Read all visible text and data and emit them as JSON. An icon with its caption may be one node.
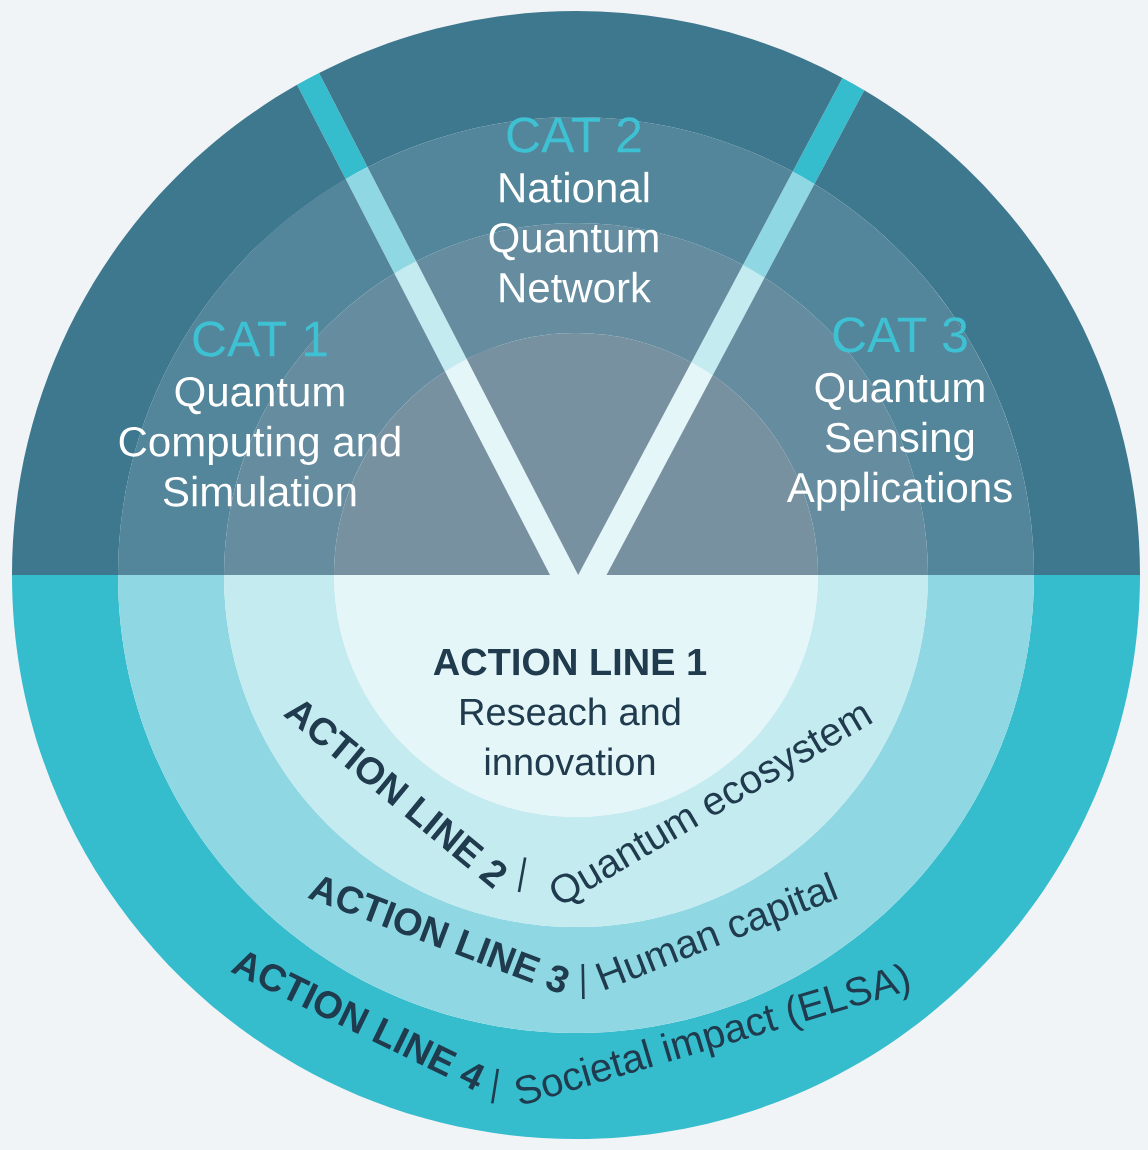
{
  "diagram": {
    "nodes": [
      {
        "text": [
          "CAT 1",
          "Quantum Computing and Simulation"
        ]
      },
      {
        "text": [
          "CAT 2",
          "National Quantum Network"
        ]
      },
      {
        "text": [
          "CAT 3",
          "Quantum Sensing Applications"
        ]
      },
      {
        "text": [
          "ACTION LINE 1",
          "Reseach and innovation"
        ]
      },
      {
        "text": [
          "ACTION LINE 2",
          "Quantum ecosystem"
        ]
      },
      {
        "text": [
          "ACTION LINE 3",
          "Human capital"
        ]
      },
      {
        "text": [
          "ACTION LINE 4",
          "Societal impact (ELSA)"
        ]
      }
    ]
  }
}
